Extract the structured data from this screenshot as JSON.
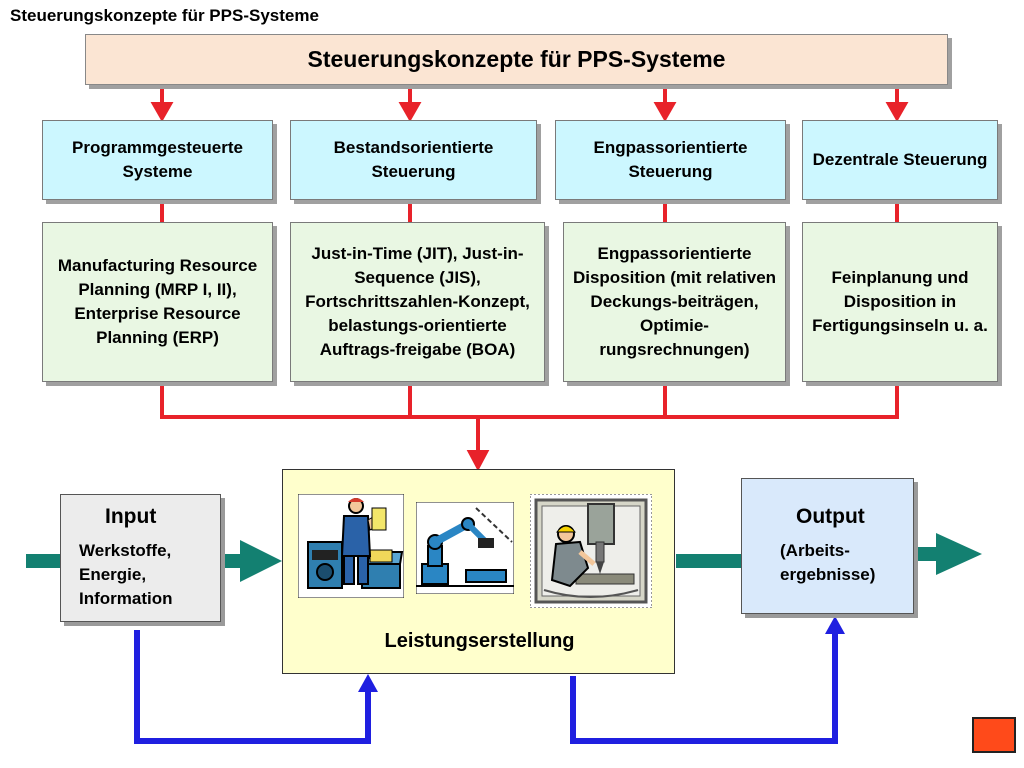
{
  "page_title": "Steuerungskonzepte für PPS-Systeme",
  "banner_title": "Steuerungskonzepte für PPS-Systeme",
  "categories": [
    {
      "title": "Programmgesteuerte Systeme",
      "description": "Manufacturing Resource Planning (MRP I, II), Enterprise Resource Planning (ERP)"
    },
    {
      "title": "Bestandsorientierte Steuerung",
      "description": "Just-in-Time (JIT), Just-in-Sequence (JIS), Fortschrittszahlen-Konzept, belastungs-orientierte Auftrags-freigabe (BOA)"
    },
    {
      "title": "Engpassorientierte Steuerung",
      "description": "Engpassorientierte Disposition (mit relativen Deckungs-beiträgen, Optimie-rungsrechnungen)"
    },
    {
      "title": "Dezentrale Steuerung",
      "description": "Feinplanung und Disposition in Fertigungsinseln u. a."
    }
  ],
  "input": {
    "title": "Input",
    "lines": [
      "Werkstoffe,",
      "Energie,",
      "Information"
    ]
  },
  "process": {
    "title": "Leistungserstellung"
  },
  "output": {
    "title": "Output",
    "lines": [
      "(Arbeits-",
      "ergebnisse)"
    ]
  },
  "colors": {
    "red_arrow": "#e8222a",
    "blue_arrow": "#1f1fe0",
    "teal_arrow": "#138071",
    "banner": "#fbe5d3",
    "category_fill": "#ccf7ff",
    "description_fill": "#e9f7e3",
    "process_fill": "#ffffcc",
    "output_fill": "#d9e9fb",
    "input_fill": "#ececec"
  },
  "icons": [
    "worker-at-machine-icon",
    "robot-arm-icon",
    "mechanic-at-drill-icon",
    "navigation-square-icon"
  ]
}
